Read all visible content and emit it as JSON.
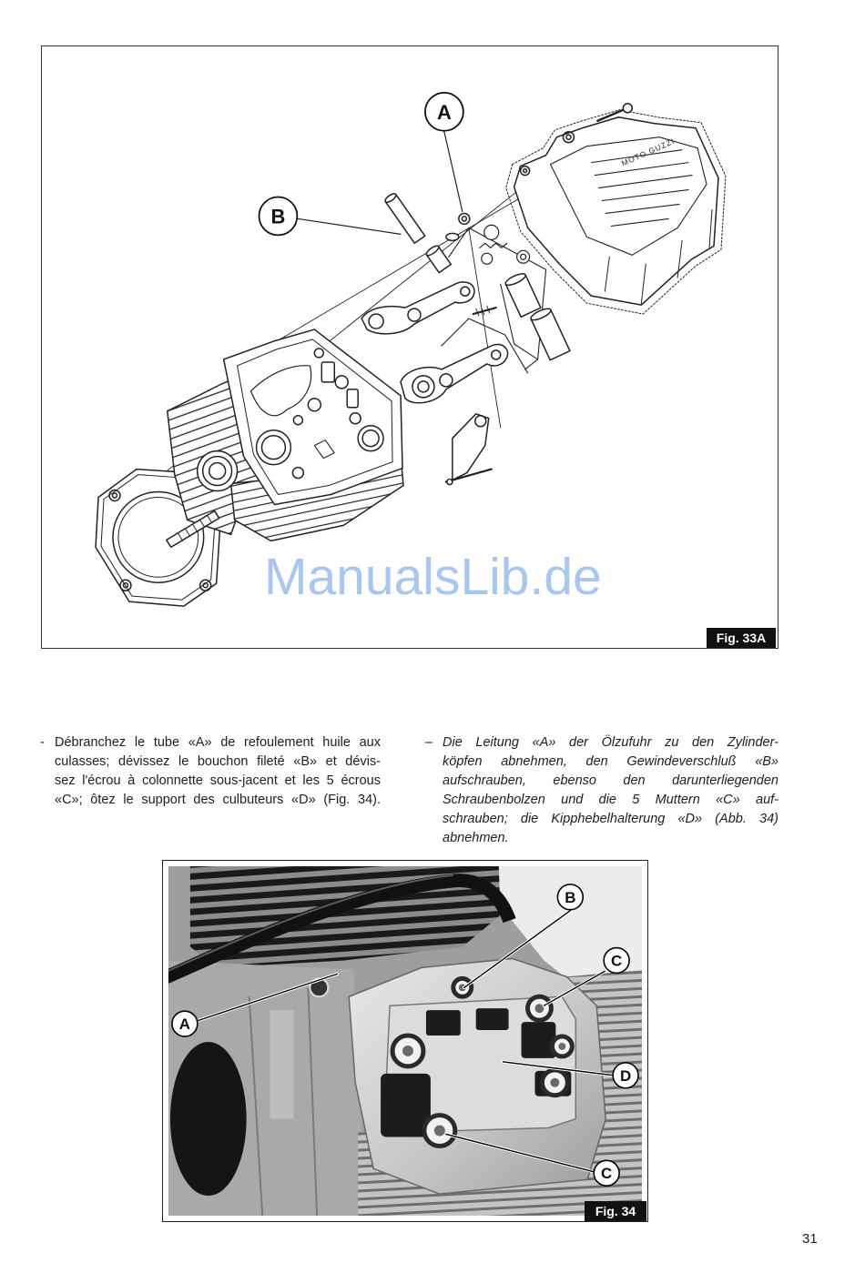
{
  "page": {
    "number": "31"
  },
  "watermark": {
    "text": "ManualsLib.de",
    "color": "#a8c6ee"
  },
  "figure_33a": {
    "caption": "Fig. 33A",
    "callouts": {
      "a": "A",
      "b": "B"
    },
    "cover_lettering": "MOTO GUZZI"
  },
  "figure_34": {
    "caption": "Fig. 34",
    "callouts": {
      "b": "B",
      "c_upper": "C",
      "a": "A",
      "d": "D",
      "c_lower": "C"
    }
  },
  "instructions": {
    "french": {
      "bullet": "-",
      "lines": [
        "Débranchez le tube «A» de refoulement huile aux",
        "culasses; dévissez le bouchon fileté «B» et dévis-",
        "sez l'écrou à colonnette sous-jacent et les 5 écrous",
        "«C»; ôtez le support des culbuteurs «D» (Fig. 34)."
      ]
    },
    "german": {
      "bullet": "–",
      "lines": [
        "Die Leitung «A» der Ölzufuhr zu den Zylinder-",
        "köpfen abnehmen, den Gewindeverschluß «B»",
        "aufschrauben, ebenso den darunterliegenden",
        "Schraubenbolzen und die 5 Muttern «C» auf-",
        "schrauben; die Kipphebelhalterung «D» (Abb. 34)",
        "abnehmen."
      ]
    }
  },
  "colors": {
    "text": "#1e1e1e",
    "caption_background": "#111111",
    "caption_text": "#ffffff"
  }
}
